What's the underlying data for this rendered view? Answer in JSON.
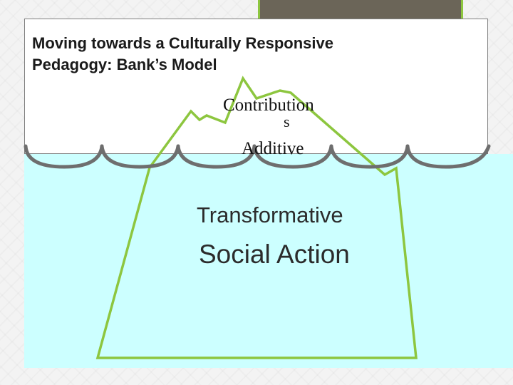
{
  "slide": {
    "title_line1": "Moving towards a Culturally Responsive",
    "title_line2": "Pedagogy: Bank’s Model"
  },
  "iceberg": {
    "levels": [
      {
        "id": "contributions",
        "label_main": "Contribution",
        "label_tail": "s"
      },
      {
        "id": "additive",
        "label": "Additive"
      },
      {
        "id": "transformative",
        "label": "Transformative"
      },
      {
        "id": "social-action",
        "label": "Social Action"
      }
    ]
  },
  "colors": {
    "outline_green": "#8dc63f",
    "wave_gray": "#6e6e6e",
    "water": "#ccffff",
    "tab_fill": "#6b6558"
  }
}
